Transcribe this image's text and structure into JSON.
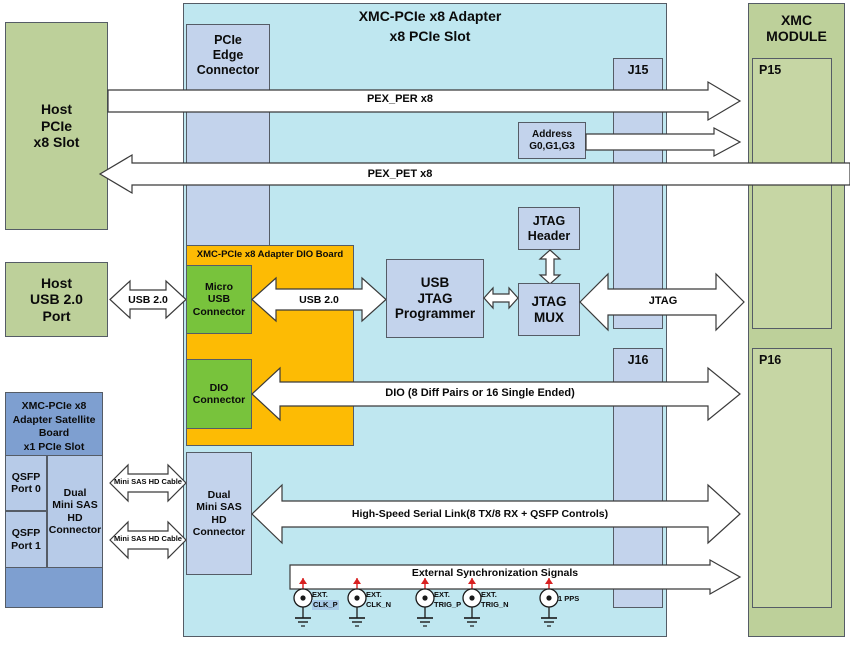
{
  "diagram": {
    "title": "XMC-PCIe x8 Adapter Block Diagram",
    "colors": {
      "adapter_fill": "#bfe7f0",
      "host_fill": "#bdd09a",
      "connector_fill": "#c3d3ec",
      "dio_board_fill": "#fdbb04",
      "dio_connector_fill": "#78c33c",
      "satellite_fill": "#7e9fd0",
      "satellite_sub_fill": "#b7cbe8",
      "xmc_module_fill": "#bdd09a",
      "outline": "#555c66",
      "arrow_outline": "#3a3a3a",
      "highlight": "#a8cbe8"
    }
  },
  "host": {
    "pcie_slot": "Host\nPCIe\nx8 Slot",
    "pcie_slot_lines": [
      "Host",
      "PCIe",
      "x8 Slot"
    ],
    "usb_port_lines": [
      "Host",
      "USB 2.0",
      "Port"
    ]
  },
  "satellite": {
    "title_lines": [
      "XMC-PCIe x8",
      "Adapter Satellite",
      "Board",
      "x1 PCIe Slot"
    ],
    "qsfp_port_0_lines": [
      "QSFP",
      "Port 0"
    ],
    "qsfp_port_1_lines": [
      "QSFP",
      "Port 1"
    ],
    "minisas_connector_lines": [
      "Dual",
      "Mini SAS",
      "HD",
      "Connector"
    ]
  },
  "adapter": {
    "title_line1": "XMC-PCIe x8 Adapter",
    "title_line2": "x8 PCIe Slot",
    "pcie_edge_connector_lines": [
      "PCIe",
      "Edge",
      "Connector"
    ],
    "address_lines": [
      "Address",
      "G0,G1,G3"
    ],
    "jtag_header_lines": [
      "JTAG",
      "Header"
    ],
    "jtag_mux_lines": [
      "JTAG",
      "MUX"
    ],
    "usb_jtag_programmer_lines": [
      "USB",
      "JTAG",
      "Programmer"
    ],
    "minisas_connector_lines": [
      "Dual",
      "Mini SAS",
      "HD",
      "Connector"
    ],
    "j15": "J15",
    "j16": "J16"
  },
  "dio_board": {
    "title": "XMC-PCIe x8 Adapter DIO Board",
    "micro_usb_connector_lines": [
      "Micro",
      "USB",
      "Connector"
    ],
    "dio_connector_lines": [
      "DIO",
      "Connector"
    ]
  },
  "xmc_module": {
    "title_line1": "XMC",
    "title_line2": "MODULE",
    "p15": "P15",
    "p16": "P16"
  },
  "signals": {
    "pex_per": "PEX_PER x8",
    "pex_pet": "PEX_PET x8",
    "usb_left": "USB 2.0",
    "usb_right": "USB 2.0",
    "jtag": "JTAG",
    "dio": "DIO (8 Diff Pairs or 16 Single Ended)",
    "hs_serial": "High-Speed Serial Link(8 TX/8 RX + QSFP Controls)",
    "ext_sync": "External Synchronization Signals",
    "minisas_cable_1": "Mini SAS HD Cable",
    "minisas_cable_2": "Mini SAS HD Cable"
  },
  "sync_connectors": [
    {
      "line1": "EXT.",
      "line2": "CLK_P",
      "highlighted": true
    },
    {
      "line1": "EXT.",
      "line2": "CLK_N",
      "highlighted": false
    },
    {
      "line1": "EXT.",
      "line2": "TRIG_P",
      "highlighted": false
    },
    {
      "line1": "EXT.",
      "line2": "TRIG_N",
      "highlighted": false
    },
    {
      "line1": "1 PPS",
      "line2": "",
      "highlighted": false
    }
  ]
}
